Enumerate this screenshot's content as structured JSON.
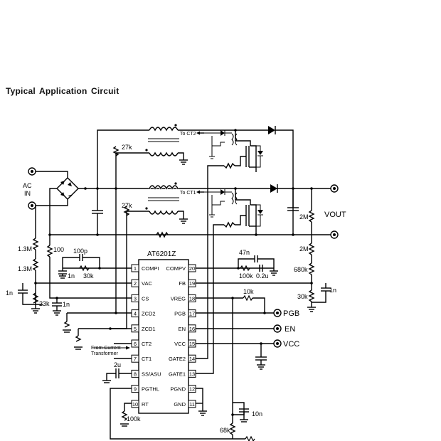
{
  "title": "Typical Application Circuit",
  "ic": {
    "name": "AT6201Z",
    "left_pins": [
      {
        "num": "1",
        "name": "COMPI"
      },
      {
        "num": "2",
        "name": "VAC"
      },
      {
        "num": "3",
        "name": "CS"
      },
      {
        "num": "4",
        "name": "ZCD2"
      },
      {
        "num": "5",
        "name": "ZCD1"
      },
      {
        "num": "6",
        "name": "CT2"
      },
      {
        "num": "7",
        "name": "CT1"
      },
      {
        "num": "8",
        "name": "SS/ASU"
      },
      {
        "num": "9",
        "name": "PGTHL"
      },
      {
        "num": "10",
        "name": "RT"
      }
    ],
    "right_pins": [
      {
        "num": "20",
        "name": "COMPV"
      },
      {
        "num": "19",
        "name": "FB"
      },
      {
        "num": "18",
        "name": "VREG"
      },
      {
        "num": "17",
        "name": "PGB"
      },
      {
        "num": "16",
        "name": "EN"
      },
      {
        "num": "15",
        "name": "VCC"
      },
      {
        "num": "14",
        "name": "GATE2"
      },
      {
        "num": "13",
        "name": "GATE1"
      },
      {
        "num": "12",
        "name": "PGND"
      },
      {
        "num": "11",
        "name": "GND"
      }
    ]
  },
  "labels": {
    "ac_in_1": "AC",
    "ac_in_2": "IN",
    "vout": "VOUT",
    "to_ct2": "To CT2",
    "to_ct1": "To CT1",
    "from_ct_1": "From Current",
    "from_ct_2": "Transformer",
    "pgb": "PGB",
    "en": "EN",
    "vcc": "VCC"
  },
  "components": {
    "r27k_top": "27k",
    "r27k_bot": "27k",
    "r1m3_a": "1.3M",
    "r1m3_b": "1.3M",
    "r100": "100",
    "c100p": "100p",
    "c1n_compi": "1n",
    "r30k_compi": "30k",
    "c1n_vac": "1n",
    "r23k": "23k",
    "c1n_cs": "1n",
    "c2u": "2u",
    "r100k_rt": "100k",
    "c47n": "47n",
    "r100k_compv": "100k",
    "c0u2": "0.2u",
    "r2m_a": "2M",
    "r2m_b": "2M",
    "r680k": "680k",
    "r30k_fb": "30k",
    "c1n_fb": "1n",
    "r10k": "10k",
    "c10n": "10n",
    "r68k": "68k"
  }
}
